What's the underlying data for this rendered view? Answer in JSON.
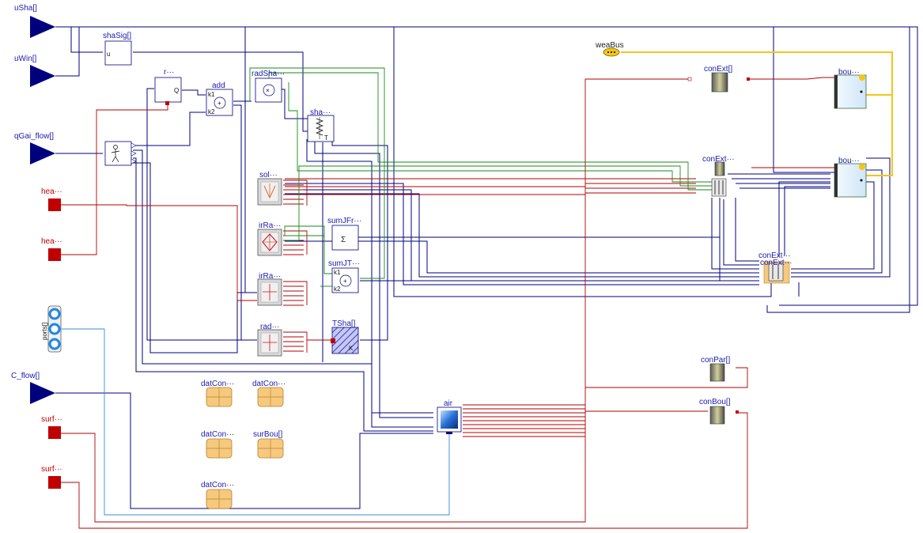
{
  "colors": {
    "signal": "#00007f",
    "heat": "#b00000",
    "radiation": "#1a8a1a",
    "weather": "#f5c518",
    "fluid": "#3a8ad8",
    "label": "#1a1ab0",
    "port_label": "#c00000"
  },
  "inputs": {
    "uSha": "uSha[]",
    "uWin": "uWin[]",
    "qGai_flow": "qGai_flow[]",
    "C_flow": "C_flow[]"
  },
  "heat_ports": {
    "hea1": "hea···",
    "hea2": "hea···",
    "surf1": "surf···",
    "surf2": "surf···"
  },
  "fluid_ports": {
    "ports": "ports[]"
  },
  "blocks": {
    "shaSig": "shaSig[]",
    "shaSig_u": "u",
    "r": "r···",
    "r_q": "Q",
    "add": "add",
    "add_k1": "k1",
    "add_k2": "k2",
    "radSha": "radSha···",
    "sha": "sha···",
    "sha_t": "T",
    "sol": "sol···",
    "irRa1": "irRa···",
    "irRa2": "irRa···",
    "rad": "rad···",
    "sumJFr": "sumJFr···",
    "sumJT": "sumJT···",
    "sumJT_k1": "k1",
    "sumJT_k2": "k2",
    "TSha": "TSha[]",
    "TSha_k": "K",
    "air": "air",
    "weaBus": "weaBus",
    "conExt1": "conExt[]",
    "conExt2": "conExt···",
    "conExt3": "conExt···",
    "conExt4": "conExt···",
    "conPar": "conPar[]",
    "conBou": "conBou[]",
    "bou1": "bou···",
    "bou2": "bou···",
    "datCon1": "datCon···",
    "datCon2": "datCon···",
    "datCon3": "datCon···",
    "surBou": "surBou[]",
    "datCon4": "datCon···"
  }
}
